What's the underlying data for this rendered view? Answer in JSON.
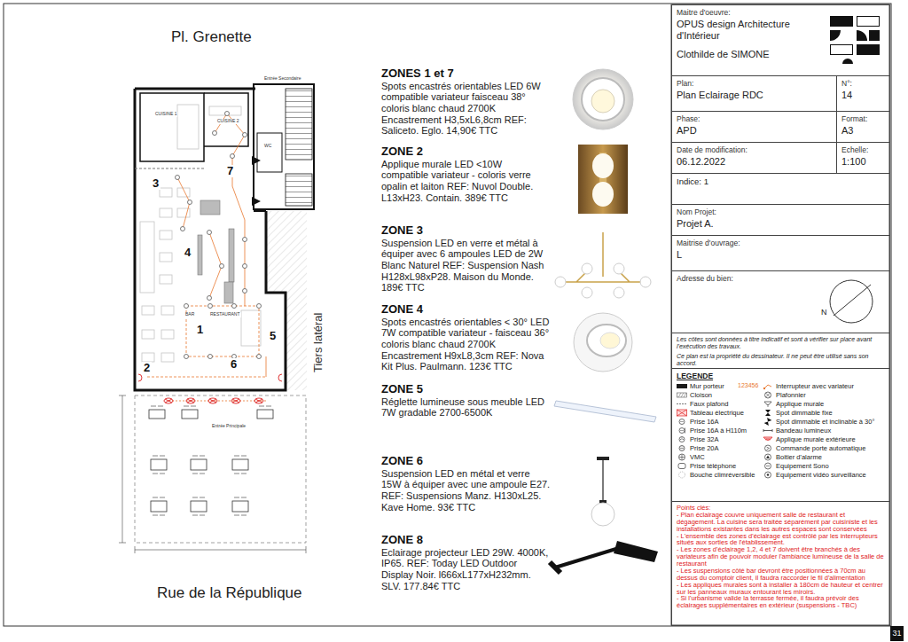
{
  "diagram": {
    "nodes": [
      {
        "text": [
          "Maitre d'oeuvre:",
          "OPUS design Architecture d'Intérieur",
          "Clothilde de SIMONE"
        ]
      },
      {
        "text": [
          "Plan:",
          "Plan Eclairage RDC"
        ]
      },
      {
        "text": [
          "N°:",
          "14"
        ]
      },
      {
        "text": [
          "Phase:",
          "APD"
        ]
      },
      {
        "text": [
          "Format:",
          "A3"
        ]
      },
      {
        "text": [
          "Date de modification:",
          "06.12.2022"
        ]
      },
      {
        "text": [
          "Echelle:",
          "1:100"
        ]
      },
      {
        "text": [
          "Indice: 1"
        ]
      },
      {
        "text": [
          "Nom Projet:",
          "Projet A."
        ]
      },
      {
        "text": [
          "Maitrise d'ouvrage:",
          "L"
        ]
      },
      {
        "text": [
          "Adresse du bien:"
        ]
      },
      {
        "text": [
          "Les côtes sont données à titre indicatif et sont à vérifier sur place avant l'exécution des travaux.",
          "Ce plan est la propriété du dessinateur. Il ne peut être utilisé sans son accord."
        ]
      },
      {
        "text": [
          "LEGENDE"
        ]
      },
      {
        "text": [
          "Points clés:",
          "- Plan éclairage couvre uniquement salle de restaurant et dégagement. La cuisine sera traitée séparément par cuisiniste et les installations existantes dans les autres espaces sont conservées",
          "- L'ensemble des zones d'éclairage est contrôlé par les interrupteurs situés aux sorties de l'établissement.",
          "- Les zones d'éclairage 1,2, 4 et 7 doivent être branchés à des variateurs afin de pouvoir moduler l'ambiance lumineuse de la salle de restaurant",
          "- Les suspensions côté bar devront être positionnées à 70cm au dessus du comptoir client, il faudra raccorder le fil d'alimentation",
          "- Les appliques murales sont à installer à 180cm de hauteur et centrer sur les panneaux muraux entourant les miroirs.",
          "- Si l'urbanisme valide la terrasse fermée, il faudra prévoir des éclairages supplémentaires en extérieur (suspensions - TBC)"
        ]
      }
    ],
    "labels": [
      "Pl. Grenette",
      "Rue de la République",
      "Tiers latéral",
      "CUISINE 1",
      "CUISINE 2",
      "WC",
      "BAR",
      "RESTAURANT",
      "3",
      "7",
      "4",
      "1",
      "5",
      "6",
      "2",
      "Entrée Secondaire",
      "Entrée Principale",
      "ZONES 1 et 7",
      "Spots encastrés orientables LED 6W compatible variateur faisceau 38° coloris blanc chaud 2700K Encastrement H3,5xL6,8cm REF: Saliceto. Eglo. 14,90€ TTC",
      "ZONE 2",
      "Applique murale LED <10W compatible variateur - coloris verre opalin et laiton REF: Nuvol Double. L13xH23. Contain. 389€ TTC",
      "ZONE 3",
      "Suspension LED en verre et métal à équiper avec 6 ampoules LED de 2W Blanc Naturel REF: Suspension Nash H128xL98xP28. Maison du Monde. 189€ TTC",
      "ZONE 4",
      "Spots encastrés orientables < 30° LED 7W compatible variateur - faisceau 36° coloris blanc chaud 2700K Encastrement H9xL8,3cm REF: Nova Kit Plus. Paulmann. 123€ TTC",
      "ZONE 5",
      "Réglette lumineuse sous meuble LED 7W gradable 2700-6500K",
      "ZONE 6",
      "Suspension LED en métal et verre 15W à équiper avec une ampoule E27. REF: Suspensions Manz. H130xL25. Kave Home. 93€ TTC",
      "ZONE 8",
      "Eclairage projecteur LED 29W. 4000K, IP65. REF: Today LED Outdoor Display Noir. l666xL177xH232mm. SLV. 177.84€ TTC",
      "123456",
      "N",
      "31"
    ],
    "legend": [
      {
        "text": "Mur porteur",
        "color": "#1a1a1a"
      },
      {
        "text": "Cloison"
      },
      {
        "text": "Faux plafond"
      },
      {
        "text": "Tableau électrique"
      },
      {
        "text": "Prise 16A"
      },
      {
        "text": "Prise 16A à H110m"
      },
      {
        "text": "Prise 32A"
      },
      {
        "text": "Prise 20A"
      },
      {
        "text": "VMC"
      },
      {
        "text": "Prise téléphone"
      },
      {
        "text": "Bouche climréversible"
      },
      {
        "text": "Interrupteur avec variateur"
      },
      {
        "text": "Plafonnier"
      },
      {
        "text": "Applique murale"
      },
      {
        "text": "Spot dimmable fixe"
      },
      {
        "text": "Spot dimmable et inclinable à 30°"
      },
      {
        "text": "Bandeau lumineux"
      },
      {
        "text": "Applique murale extérieure"
      },
      {
        "text": "Commande porte automatique"
      },
      {
        "text": "Boitier d'alarme"
      },
      {
        "text": "Equipement Sono"
      },
      {
        "text": "Equipement vidéo surveillance"
      }
    ]
  }
}
